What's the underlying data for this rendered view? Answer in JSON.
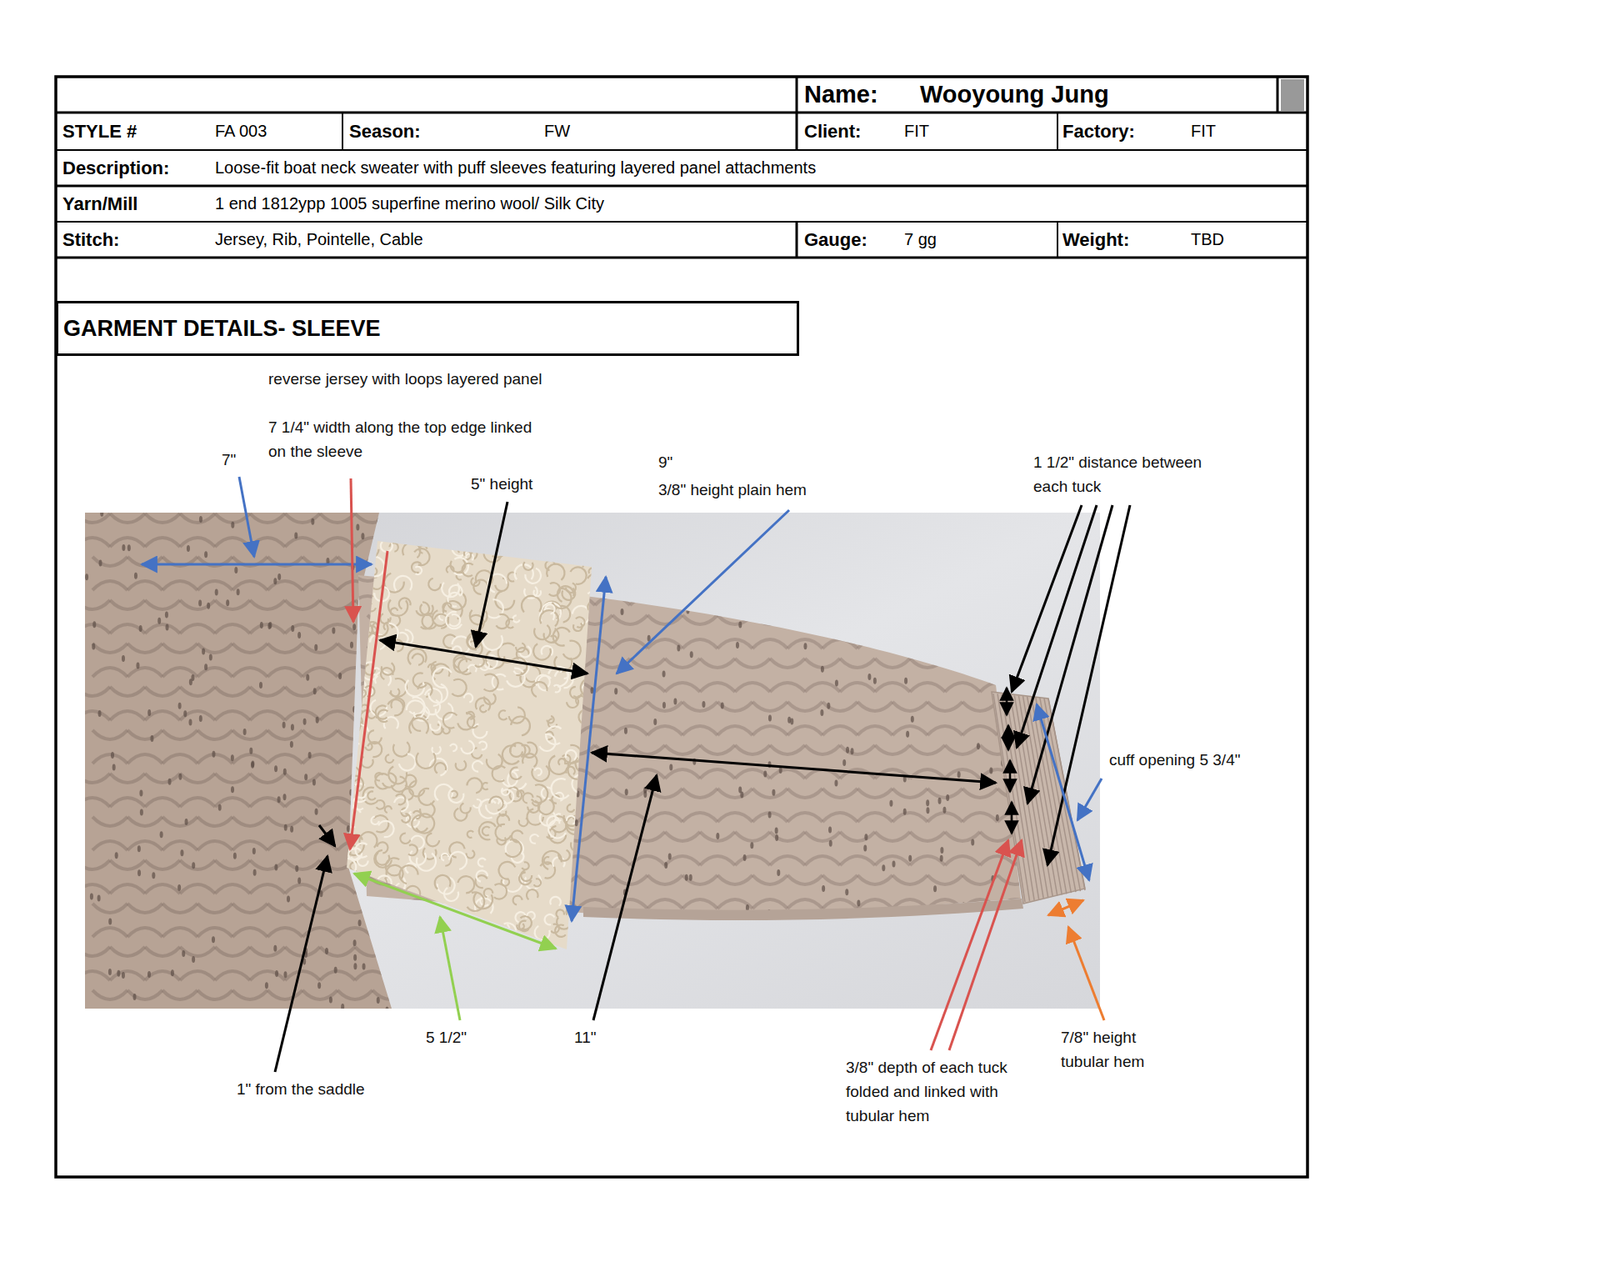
{
  "diagram": {
    "nodes": [
      {
        "text": [
          "GARMENT DETAILS- SLEEVE"
        ]
      }
    ],
    "labels": [
      "Name:",
      "Wooyoung Jung",
      "STYLE #",
      "FA 003",
      "Season:",
      "FW",
      "Client:",
      "FIT",
      "Factory:",
      "FIT",
      "Description:",
      "Loose-fit boat neck sweater with puff sleeves featuring layered panel attachments",
      "Yarn/Mill",
      "1 end 1812ypp 1005 superfine merino wool/ Silk City",
      "Stitch:",
      "Jersey, Rib, Pointelle, Cable",
      "Gauge:",
      "7 gg",
      "Weight:",
      "TBD",
      "reverse jersey with loops layered panel",
      "7 1/4\" width along the top edge linked on the sleeve",
      "7\"",
      "5\" height",
      "9\"",
      "3/8\" height plain hem",
      "1 1/2\" distance between each tuck",
      "cuff opening 5 3/4\"",
      "7/8\" height tubular hem",
      "5 1/2\"",
      "11\"",
      "3/8\" depth of each tuck folded and linked with tubular hem",
      "1\" from the saddle"
    ]
  }
}
